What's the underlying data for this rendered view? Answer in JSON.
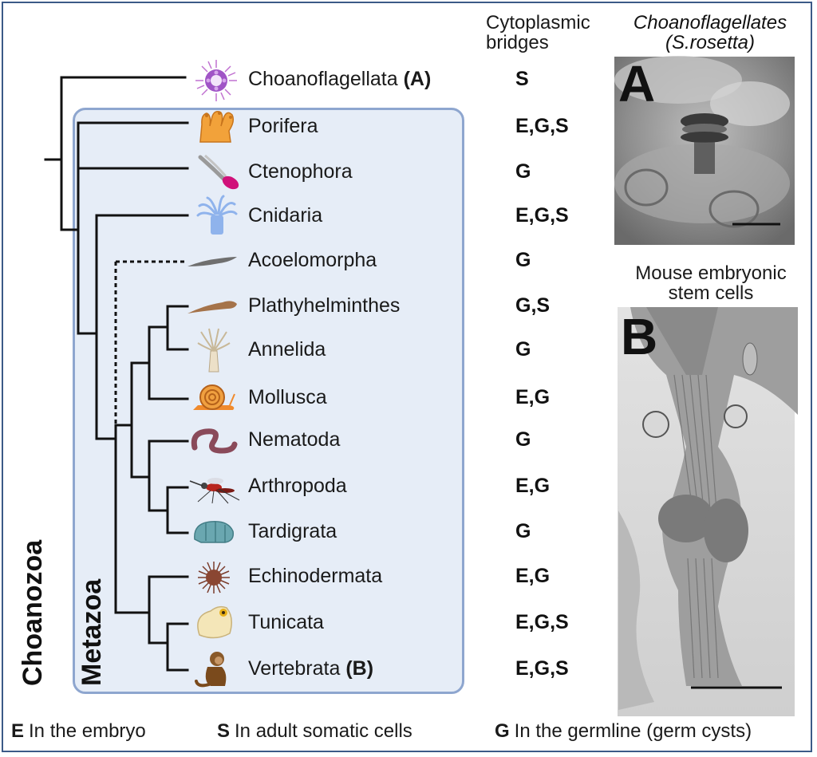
{
  "headers": {
    "bridges": "Cytoplasmic bridges",
    "choano_title": "Choanoflagellates",
    "choano_species": "(S.rosetta)",
    "mouse_title": "Mouse embryonic stem cells"
  },
  "groups": {
    "outer": "Choanozoa",
    "inner": "Metazoa"
  },
  "taxa": [
    {
      "name": "Choanoflagellata",
      "suffix": "(A)",
      "codes": "S",
      "icon": "choanoflagellate-rosette-icon"
    },
    {
      "name": "Porifera",
      "suffix": "",
      "codes": "E,G,S",
      "icon": "sponge-icon"
    },
    {
      "name": "Ctenophora",
      "suffix": "",
      "codes": "G",
      "icon": "comb-jelly-icon"
    },
    {
      "name": "Cnidaria",
      "suffix": "",
      "codes": "E,G,S",
      "icon": "sea-anemone-icon"
    },
    {
      "name": "Acoelomorpha",
      "suffix": "",
      "codes": "G",
      "icon": "acoel-worm-icon"
    },
    {
      "name": "Plathyhelminthes",
      "suffix": "",
      "codes": "G,S",
      "icon": "flatworm-icon"
    },
    {
      "name": "Annelida",
      "suffix": "",
      "codes": "G",
      "icon": "tube-worm-icon"
    },
    {
      "name": "Mollusca",
      "suffix": "",
      "codes": "E,G",
      "icon": "snail-icon"
    },
    {
      "name": "Nematoda",
      "suffix": "",
      "codes": "G",
      "icon": "roundworm-icon"
    },
    {
      "name": "Arthropoda",
      "suffix": "",
      "codes": "E,G",
      "icon": "mosquito-icon"
    },
    {
      "name": "Tardigrata",
      "suffix": "",
      "codes": "G",
      "icon": "tardigrade-icon"
    },
    {
      "name": "Echinodermata",
      "suffix": "",
      "codes": "E,G",
      "icon": "sea-urchin-icon"
    },
    {
      "name": "Tunicata",
      "suffix": "",
      "codes": "E,G,S",
      "icon": "tunicate-icon"
    },
    {
      "name": "Vertebrata",
      "suffix": "(B)",
      "codes": "E,G,S",
      "icon": "monkey-icon"
    }
  ],
  "panels": {
    "a_label": "A",
    "b_label": "B"
  },
  "legend": [
    {
      "key": "E",
      "text": "In the embryo"
    },
    {
      "key": "S",
      "text": "In adult somatic cells"
    },
    {
      "key": "G",
      "text": "In the germline (germ cysts)"
    }
  ],
  "colors": {
    "metazoa_fill": "#e6edf7",
    "metazoa_border": "#8ea6cf",
    "frame": "#3b5a87"
  }
}
